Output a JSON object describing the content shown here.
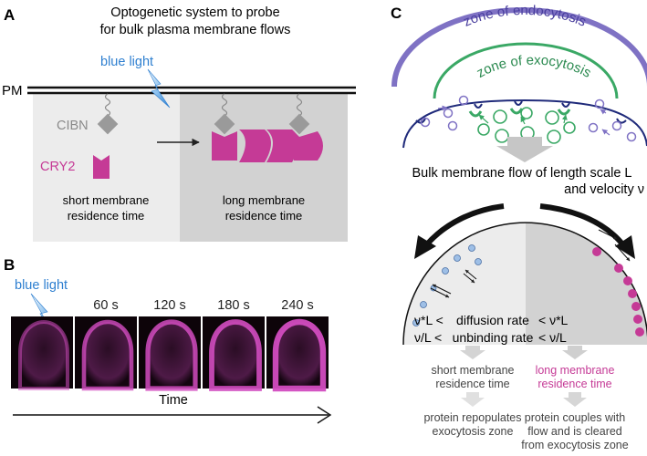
{
  "colors": {
    "magenta": "#c53a96",
    "blue_light": "#2e7fd0",
    "purple": "#7f72c4",
    "navy": "#1f2a7a",
    "green": "#3aa865",
    "panel_light": "#ececec",
    "panel_dark": "#d2d2d2",
    "dot_blue": "#9ebfe6"
  },
  "panelA": {
    "letter": "A",
    "title_line1": "Optogenetic system to probe",
    "title_line2": "for bulk plasma membrane flows",
    "pm": "PM",
    "blue_light": "blue light",
    "cibn": "CIBN",
    "cry2": "CRY2",
    "short_line1": "short membrane",
    "short_line2": "residence time",
    "long_line1": "long membrane",
    "long_line2": "residence time"
  },
  "panelB": {
    "letter": "B",
    "blue_light": "blue light",
    "frames": [
      "",
      "60 s",
      "120 s",
      "180 s",
      "240 s"
    ],
    "time": "Time"
  },
  "panelC": {
    "letter": "C",
    "zone_endo": "zone of endocytosis",
    "zone_exo": "zone of exocytosis",
    "bulk_line1": "Bulk membrane flow of length scale L",
    "bulk_line2": "and velocity ν",
    "eq1_left": "ν*L <",
    "eq1_mid": "diffusion rate",
    "eq1_right": "< ν*L",
    "eq2_left": "ν/L <",
    "eq2_mid": "unbinding rate",
    "eq2_right": "< ν/L",
    "short_line1": "short membrane",
    "short_line2": "residence time",
    "long_line1": "long membrane",
    "long_line2": "residence time",
    "repop_line1": "protein repopulates",
    "repop_line2": "exocytosis zone",
    "couple_line1": "protein couples with",
    "couple_line2": "flow and is cleared",
    "couple_line3": "from exocytosis zone"
  }
}
